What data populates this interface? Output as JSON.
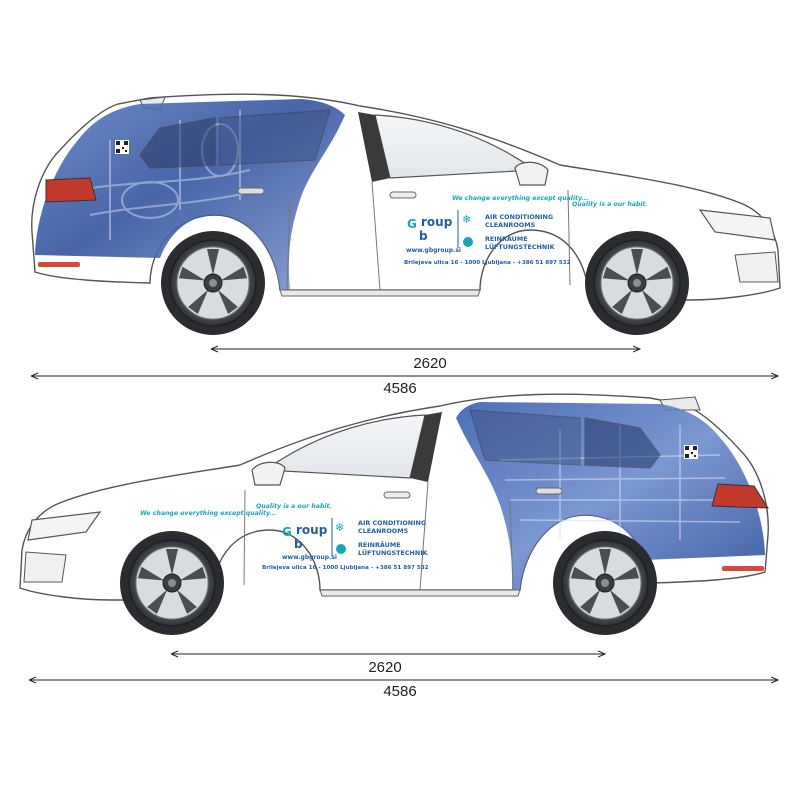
{
  "brand": {
    "slogan_left": "We change everything except quality...",
    "slogan_right": "Quality is a our habit.",
    "logo_text": "roup",
    "logo_letter": "G",
    "logo_sub": "b",
    "website": "www.gbgroup.si",
    "address": "Brilejeva ulica 16 - 1000 Ljubljana - +386 51 897 532",
    "services_en": [
      "AIR CONDITIONING",
      "CLEANROOMS"
    ],
    "services_de": [
      "REINRÄUME",
      "LÜFTUNGSTECHNIK"
    ]
  },
  "top_view": {
    "wheelbase": "2620",
    "length": "4586"
  },
  "bottom_view": {
    "wheelbase": "2620",
    "length": "4586"
  },
  "colors": {
    "brand_teal": "#1aa6b7",
    "brand_blue": "#1f5f9e",
    "wrap_blue": "#2c55a8",
    "taillight": "#c23a2c"
  },
  "icons": {
    "snowflake": "snowflake-icon",
    "cleanroom": "cleanroom-icon",
    "qr": "qr-code-icon"
  }
}
